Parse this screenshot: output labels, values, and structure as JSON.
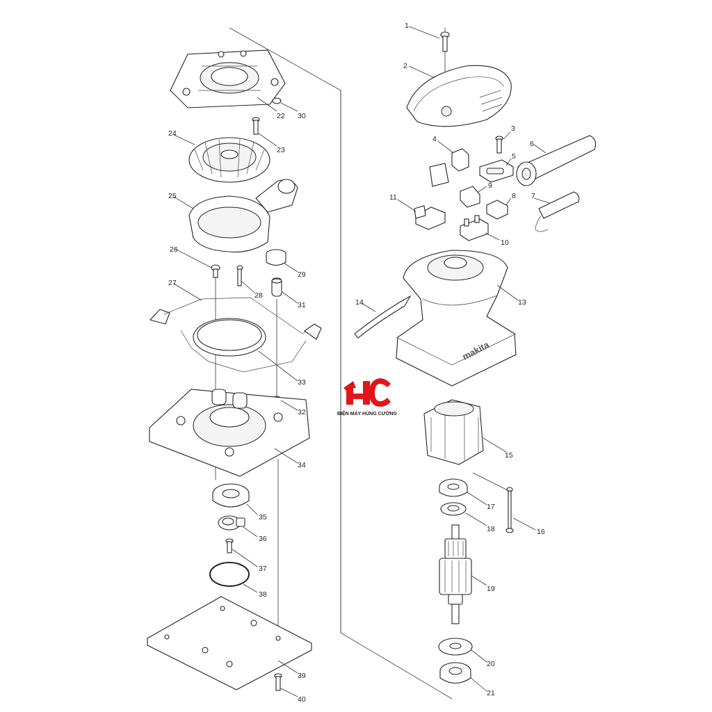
{
  "labels": {
    "l1": "1",
    "l2": "2",
    "l3": "3",
    "l4": "4",
    "l5": "5",
    "l6": "6",
    "l7": "7",
    "l8": "8",
    "l9": "9",
    "l10": "10",
    "l11": "11",
    "l13": "13",
    "l14": "14",
    "l15": "15",
    "l16": "16",
    "l17": "17",
    "l18": "18",
    "l19": "19",
    "l20": "20",
    "l21": "21",
    "l22": "22",
    "l23": "23",
    "l24": "24",
    "l25": "25",
    "l26": "26",
    "l27": "27",
    "l28": "28",
    "l29": "29",
    "l30": "30",
    "l31": "31",
    "l32": "32",
    "l33": "33",
    "l34": "34",
    "l35": "35",
    "l36": "36",
    "l37": "37",
    "l38": "38",
    "l39": "39",
    "l40": "40"
  },
  "brand": {
    "mark": "HC",
    "name": "ĐIỆN MÁY HÙNG CƯỜNG",
    "color": "#e0161b"
  },
  "housing_logo": "makita"
}
